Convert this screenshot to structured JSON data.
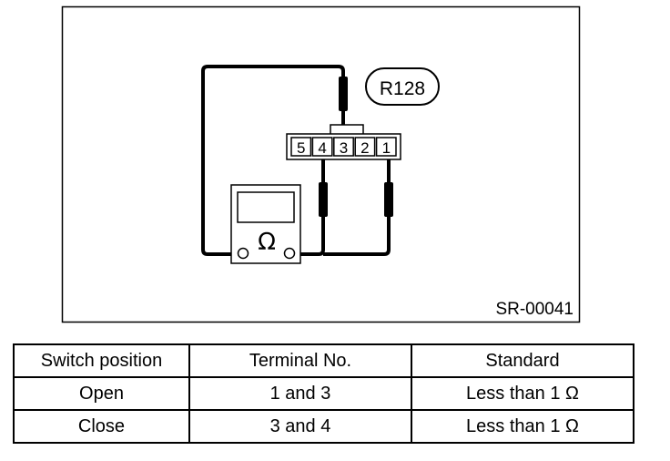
{
  "diagram": {
    "connector_label": "R128",
    "figure_code": "SR-00041",
    "pins": [
      "5",
      "4",
      "3",
      "2",
      "1"
    ],
    "meter_symbol": "Ω",
    "colors": {
      "ink": "#000000",
      "background": "#ffffff"
    }
  },
  "table": {
    "headers": [
      "Switch position",
      "Terminal No.",
      "Standard"
    ],
    "rows": [
      [
        "Open",
        "1 and 3",
        "Less than 1 Ω"
      ],
      [
        "Close",
        "3 and 4",
        "Less than 1 Ω"
      ]
    ]
  }
}
